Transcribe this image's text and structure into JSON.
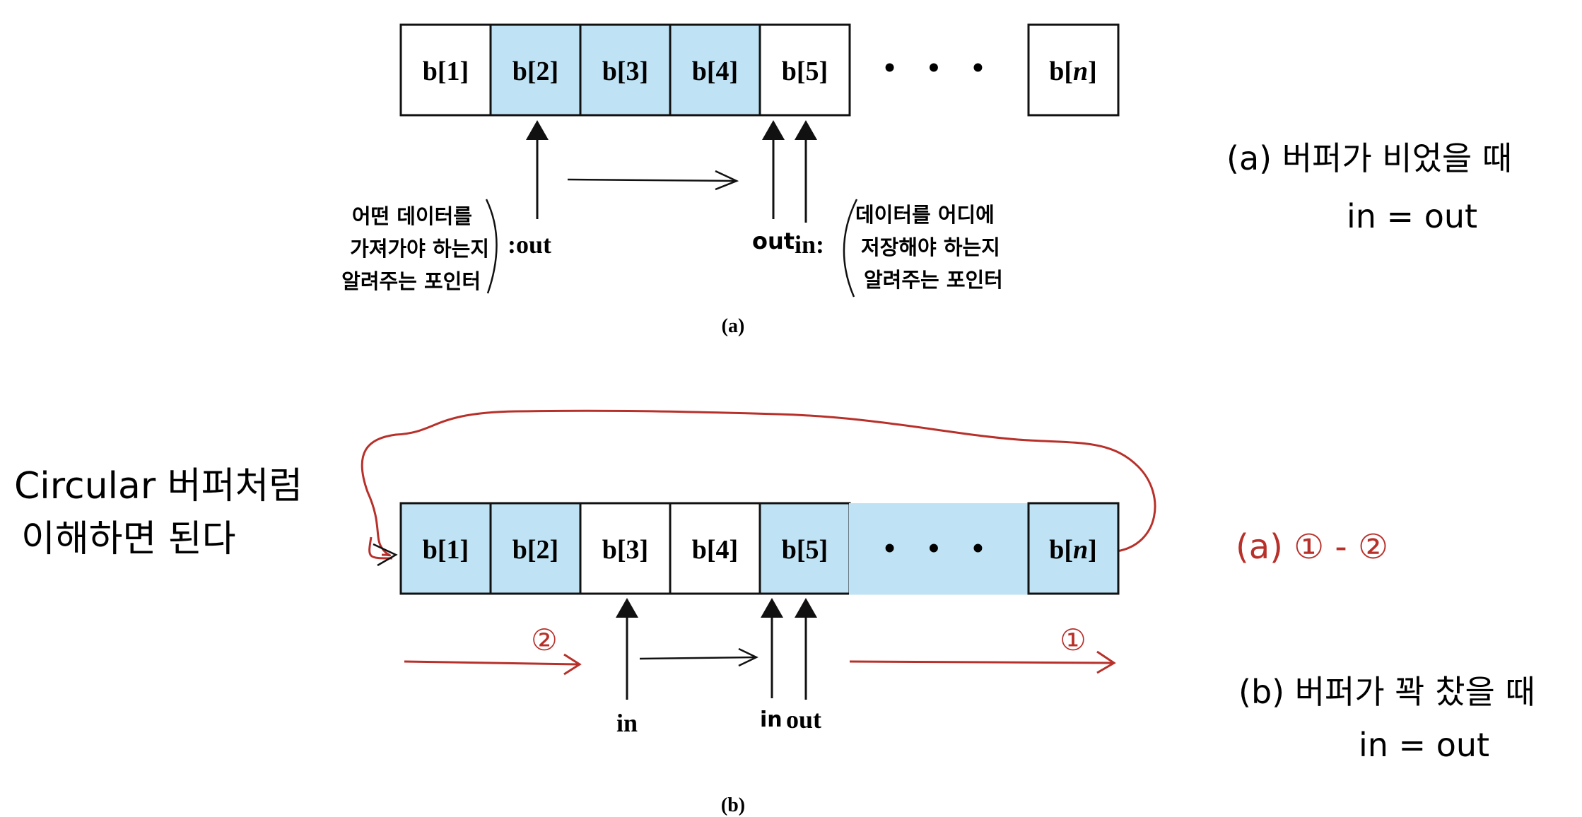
{
  "colors": {
    "filled": "#bfe3f5",
    "empty": "#ffffff",
    "stroke": "#111111",
    "hand_red": "#b8302a"
  },
  "diagram_a": {
    "cells": [
      {
        "label": "b[1]",
        "filled": false
      },
      {
        "label": "b[2]",
        "filled": true
      },
      {
        "label": "b[3]",
        "filled": true
      },
      {
        "label": "b[4]",
        "filled": true
      },
      {
        "label": "b[5]",
        "filled": false
      }
    ],
    "ellipsis": "• • •",
    "last_cell": {
      "label_prefix": "b[",
      "label_italic": "n",
      "label_suffix": "]",
      "filled": false
    },
    "out_label": ":out",
    "in_out_small": "out",
    "in_label": "in:",
    "note_left": [
      "어떤 데이터를",
      "가져가야 하는지",
      "알려주는 포인터"
    ],
    "note_right": [
      "데이터를 어디에",
      "저장해야 하는지",
      "알려주는 포인터"
    ],
    "caption": "(a)"
  },
  "diagram_b": {
    "cells": [
      {
        "label": "b[1]",
        "filled": true
      },
      {
        "label": "b[2]",
        "filled": true
      },
      {
        "label": "b[3]",
        "filled": false
      },
      {
        "label": "b[4]",
        "filled": false
      },
      {
        "label": "b[5]",
        "filled": true
      }
    ],
    "ellipsis": "• • •",
    "last_cell": {
      "label_prefix": "b[",
      "label_italic": "n",
      "label_suffix": "]",
      "filled": true
    },
    "in_label": "in",
    "in_small": "in",
    "out_label": "out",
    "marker_2": "②",
    "marker_1": "①",
    "caption": "(b)"
  },
  "notes": {
    "a_title": "(a) 버퍼가 비었을 때",
    "a_eq": "in = out",
    "circular_1": "Circular 버퍼처럼",
    "circular_2": "이해하면 된다",
    "a_order": "(a) ① - ②",
    "b_title": "(b) 버퍼가 꽉 찼을 때",
    "b_eq": "in = out"
  }
}
